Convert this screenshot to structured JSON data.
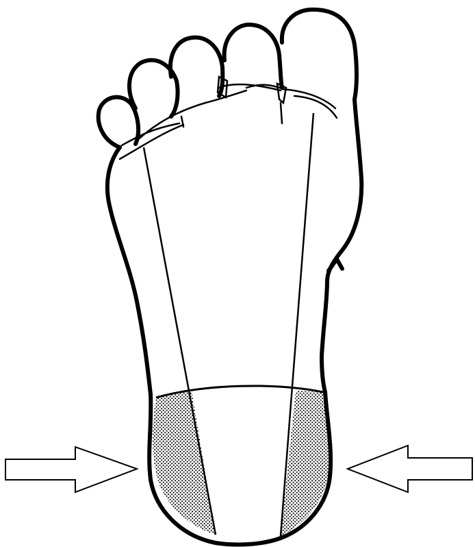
{
  "figure": {
    "subject": "foot-sole-outline",
    "colors": {
      "ink": "#000000",
      "paper": "#ffffff",
      "stipple": "#000000"
    },
    "arrows": [
      {
        "direction": "right",
        "side": "left"
      },
      {
        "direction": "left",
        "side": "right"
      }
    ],
    "shaded_regions": [
      "heel-medial-band",
      "heel-lateral-band"
    ]
  }
}
